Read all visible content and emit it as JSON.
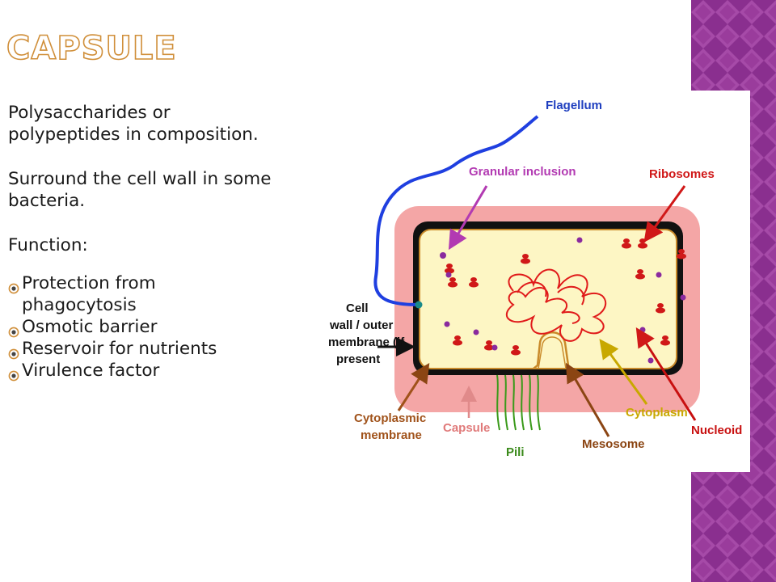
{
  "slide": {
    "title": "Capsule",
    "paragraphs": [
      "Polysaccharides or polypeptides in composition.",
      "Surround the cell wall in some bacteria.",
      "Function:"
    ],
    "bullets": [
      "Protection from phagocytosis",
      "Osmotic barrier",
      "Reservoir for nutrients",
      "Virulence factor"
    ]
  },
  "diagram": {
    "labels": {
      "flagellum": "Flagellum",
      "granular_inclusion": "Granular inclusion",
      "ribosomes": "Ribosomes",
      "cell_wall_line1": "Cell",
      "cell_wall_line2": "wall / outer",
      "cell_wall_line3": "membrane (if",
      "cell_wall_line4": "present",
      "cytoplasmic_membrane_line1": "Cytoplasmic",
      "cytoplasmic_membrane_line2": "membrane",
      "capsule": "Capsule",
      "pili": "Pili",
      "mesosome": "Mesosome",
      "cytoplasm": "Cytoplasm",
      "nucleoid": "Nucleoid"
    },
    "label_colors": {
      "flagellum": "#1f3fbf",
      "granular_inclusion": "#b23ab2",
      "ribosomes": "#d01818",
      "cell_wall": "#111111",
      "cytoplasmic_membrane": "#a0521a",
      "capsule": "#e07a7a",
      "pili": "#3a8a1a",
      "mesosome": "#8b4513",
      "cytoplasm": "#c8a800",
      "nucleoid": "#c81010"
    }
  },
  "theme": {
    "side_band": "#8a2f8f",
    "title_outline": "#d08f3a",
    "bullet_outline": "#d08f3a",
    "capsule_fill": "#f4a6a6",
    "cytoplasm_fill": "#fdf6c4"
  }
}
